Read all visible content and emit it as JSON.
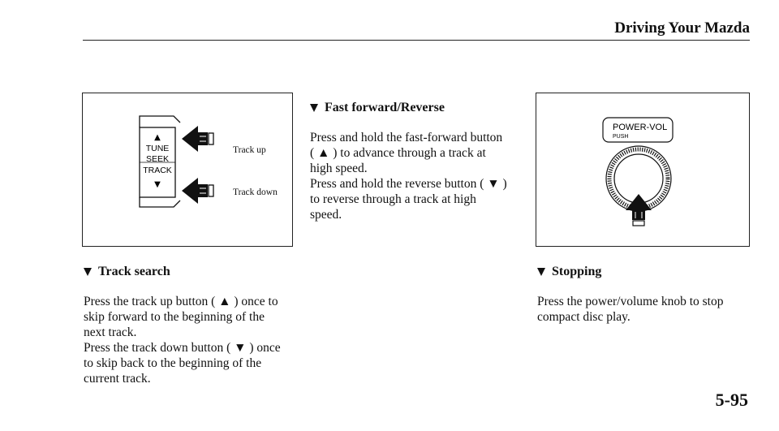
{
  "header": {
    "title": "Driving Your Mazda"
  },
  "figure_track": {
    "tune_label": "TUNE",
    "seek_label": "SEEK",
    "track_label": "TRACK",
    "up_glyph": "▲",
    "down_glyph": "▼",
    "callout_up": "Track up",
    "callout_down": "Track down",
    "icons": [
      "pointing-hand-icon",
      "pointing-hand-icon"
    ]
  },
  "figure_knob": {
    "label": "POWER-VOL",
    "sublabel": "PUSH",
    "icons": [
      "knob-icon",
      "pointing-hand-icon"
    ]
  },
  "sections": {
    "fast": {
      "marker": "▼",
      "title": "Fast forward/Reverse",
      "lines": [
        "Press and hold the fast-forward button",
        "( ▲ ) to advance through a track at",
        "high speed.",
        "Press and hold the reverse button ( ▼ )",
        "to reverse through a track at high",
        "speed."
      ]
    },
    "track": {
      "marker": "▼",
      "title": "Track search",
      "lines": [
        "Press the track up button ( ▲ ) once to",
        "skip forward to the beginning of the",
        "next track.",
        "Press the track down button ( ▼ ) once",
        "to skip back to the beginning of the",
        "current track."
      ]
    },
    "stop": {
      "marker": "▼",
      "title": "Stopping",
      "lines": [
        "Press the power/volume knob to stop",
        "compact disc play."
      ]
    }
  },
  "footer": {
    "page_number": "5-95"
  }
}
